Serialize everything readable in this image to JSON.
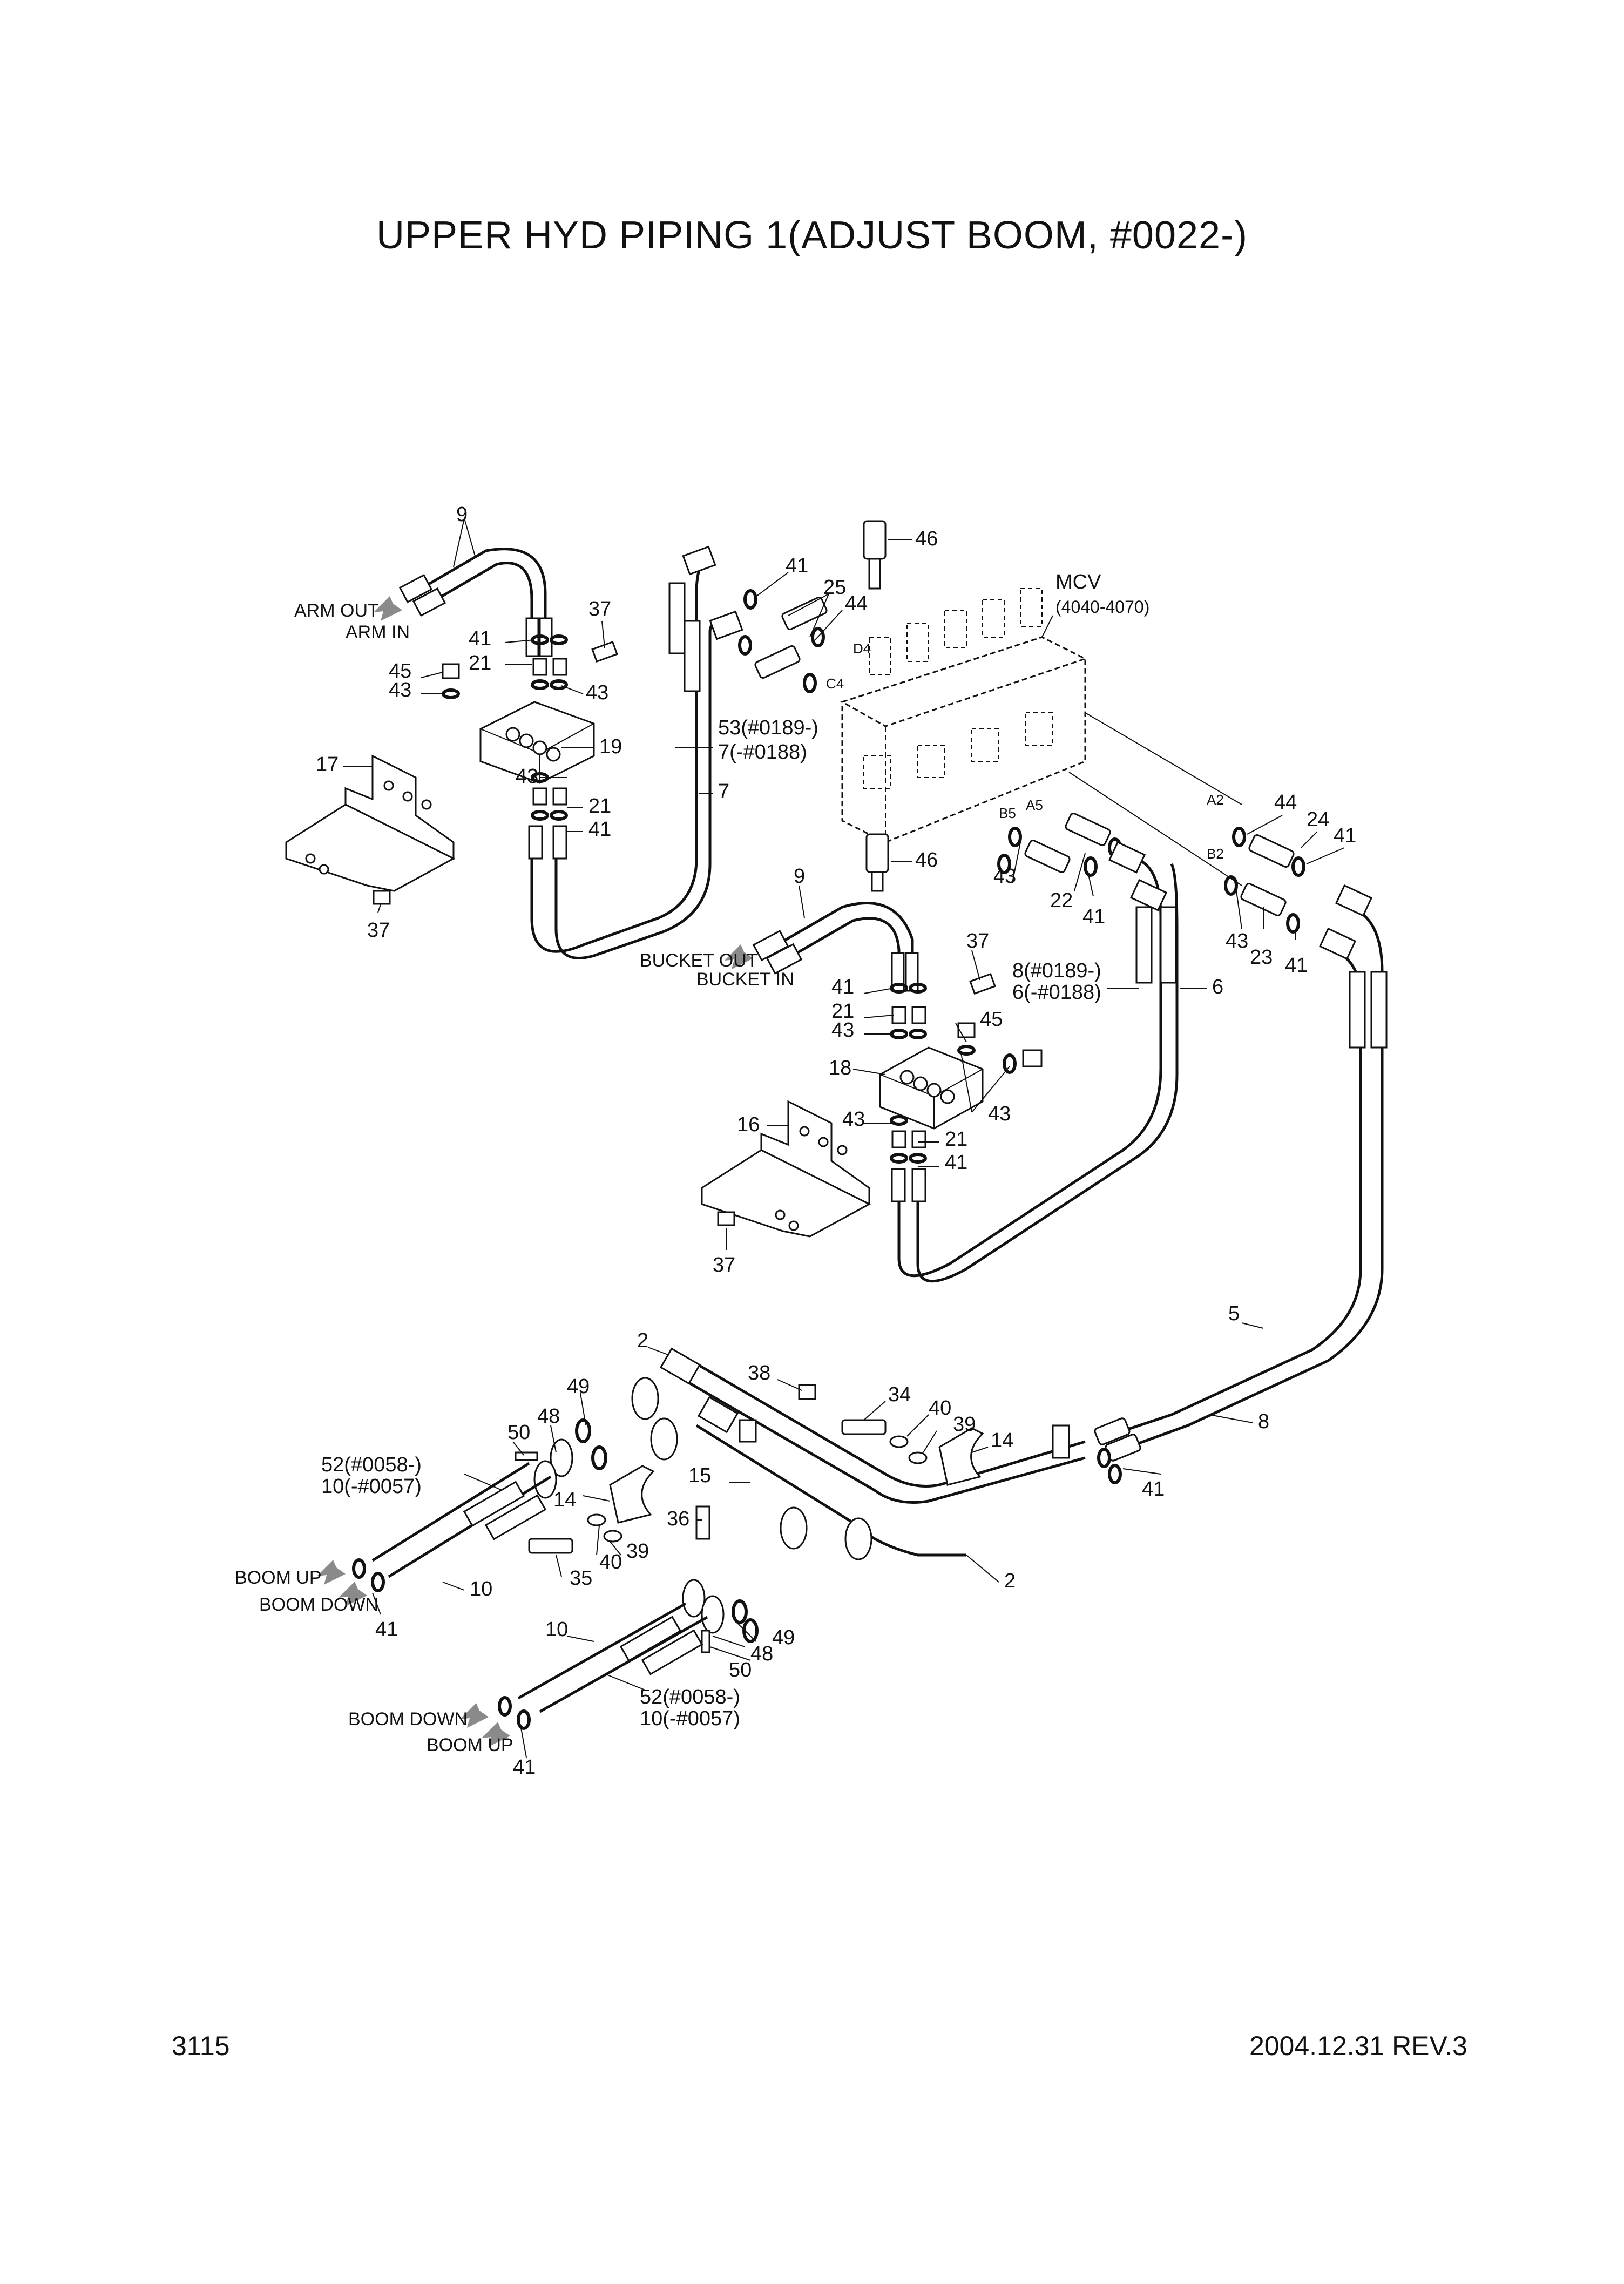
{
  "title": "UPPER HYD PIPING 1(ADJUST BOOM, #0022-)",
  "footer": {
    "page": "3115",
    "date_rev": "2004.12.31  REV.3"
  },
  "mcv": {
    "label": "MCV",
    "model": "(4040-4070)"
  },
  "ports": {
    "d4": "D4",
    "c4": "C4",
    "b5": "B5",
    "a5": "A5",
    "a2": "A2",
    "b2": "B2"
  },
  "flow_labels": {
    "arm_out": "ARM OUT",
    "arm_in": "ARM IN",
    "bucket_out": "BUCKET OUT",
    "bucket_in": "BUCKET IN",
    "boom_up_left": "BOOM UP",
    "boom_down_left": "BOOM DOWN",
    "boom_down_bottom": "BOOM DOWN",
    "boom_up_bottom": "BOOM UP"
  },
  "callouts": {
    "c9a": "9",
    "c41a": "41",
    "c25": "25",
    "c44a": "44",
    "c46a": "46",
    "c37a": "37",
    "c41b": "41",
    "c21a": "21",
    "c43a": "43",
    "c45a": "45",
    "c43b": "43",
    "c19": "19",
    "c17": "17",
    "c43c": "43",
    "c21b": "21",
    "c41c": "41",
    "c37b": "37",
    "c53a": "53(#0189-)",
    "c7a": "7(-#0188)",
    "c7b": "7",
    "c46b": "46",
    "c43d": "43",
    "c22": "22",
    "c41d": "41",
    "c44b": "44",
    "c24": "24",
    "c41e": "41",
    "c43e": "43",
    "c23": "23",
    "c41f": "41",
    "c9b": "9",
    "c37c": "37",
    "c8a": "8(#0189-)",
    "c6a": "6(-#0188)",
    "c6b": "6",
    "c41g": "41",
    "c21c": "21",
    "c43f": "43",
    "c45b": "45",
    "c18": "18",
    "c43g": "43",
    "c16": "16",
    "c43h": "43",
    "c21d": "21",
    "c41h": "41",
    "c37d": "37",
    "c5": "5",
    "c2a": "2",
    "c38": "38",
    "c49a": "49",
    "c48a": "48",
    "c50a": "50",
    "c34": "34",
    "c40a": "40",
    "c39a": "39",
    "c14a": "14",
    "c8b": "8",
    "c52a": "52(#0058-)",
    "c10a": "10(-#0057)",
    "c15": "15",
    "c14b": "14",
    "c36": "36",
    "c41i": "41",
    "c39b": "39",
    "c40b": "40",
    "c35": "35",
    "c10b": "10",
    "c2b": "2",
    "c41j": "41",
    "c49b": "49",
    "c48b": "48",
    "c50b": "50",
    "c10c": "10",
    "c52b": "52(#0058-)",
    "c10d": "10(-#0057)",
    "c41k": "41"
  }
}
